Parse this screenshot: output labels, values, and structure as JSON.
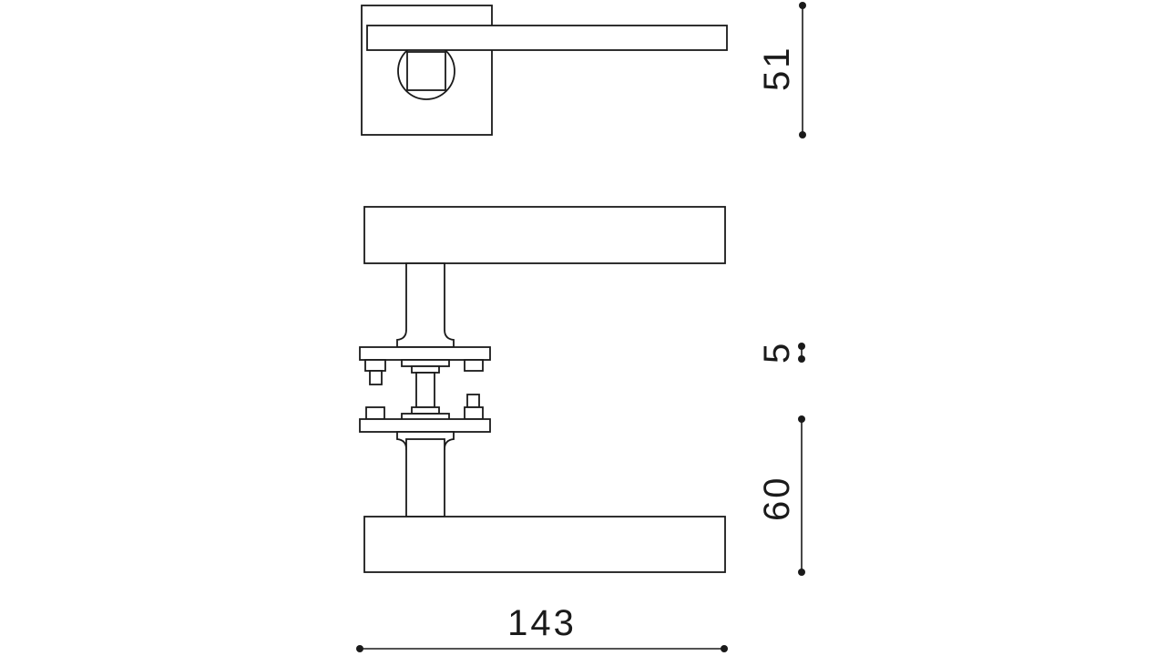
{
  "drawing": {
    "stroke_color": "#1a1a1a",
    "background_color": "#ffffff"
  },
  "dimensions": {
    "width_label": "143",
    "top_view_height_label": "51",
    "rose_gap_label": "5",
    "projection_label": "60"
  }
}
